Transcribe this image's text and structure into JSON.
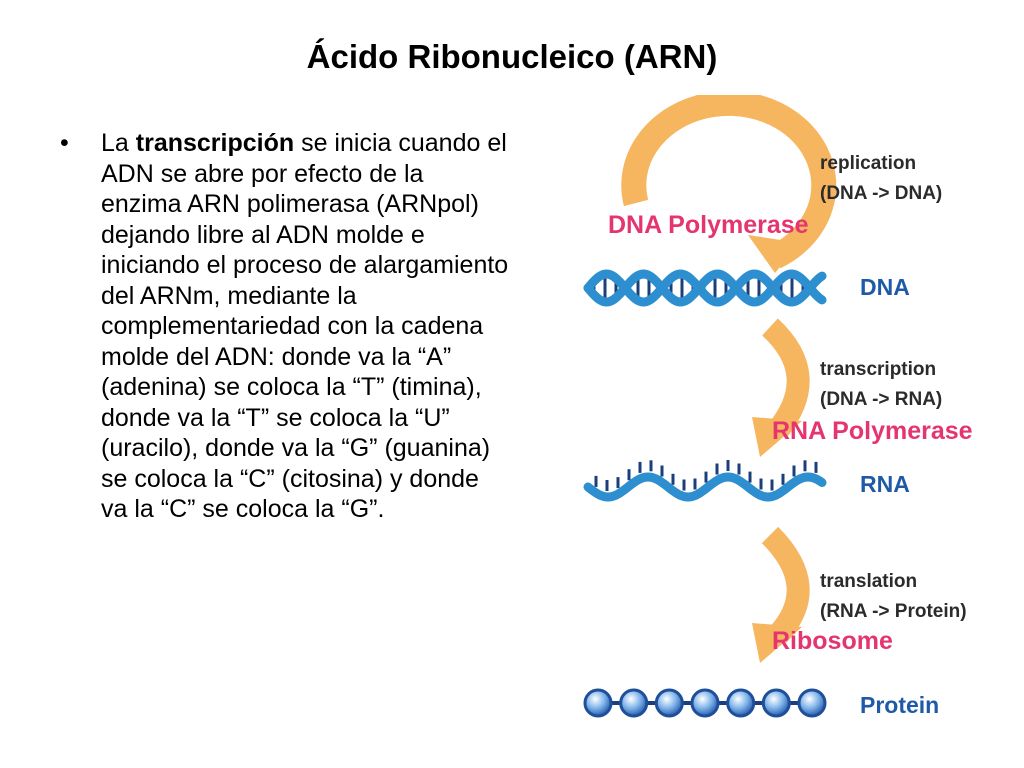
{
  "slide": {
    "title": "Ácido Ribonucleico (ARN)",
    "bullet": {
      "symbol": "•",
      "prefix": "La ",
      "emphasis": "transcripción",
      "rest": " se inicia cuando el ADN se abre por efecto de la enzima ARN polimerasa (ARNpol) dejando libre al ADN molde e iniciando el proceso de alargamiento del ARNm, mediante la complementariedad con la cadena molde del ADN: donde va la “A” (adenina) se coloca la “T” (timina), donde va la “T” se coloca la “U” (uracilo), donde va la “G” (guanina) se coloca la “C” (citosina) y donde va la “C” se coloca la “G”."
    }
  },
  "diagram": {
    "colors": {
      "arrow": "#f6b55f",
      "strand": "#2d8fd0",
      "pink": "#e5356e",
      "navy": "#1f5aa6",
      "text": "#2b2b2b"
    },
    "replication": {
      "line1": "replication",
      "line2": "(DNA -> DNA)",
      "enzyme": "DNA Polymerase",
      "product": "DNA"
    },
    "transcription": {
      "line1": "transcription",
      "line2": "(DNA -> RNA)",
      "enzyme": "RNA Polymerase",
      "product": "RNA"
    },
    "translation": {
      "line1": "translation",
      "line2": "(RNA -> Protein)",
      "enzyme": "Ribosome",
      "product": "Protein"
    },
    "protein_bead_count": 7
  }
}
